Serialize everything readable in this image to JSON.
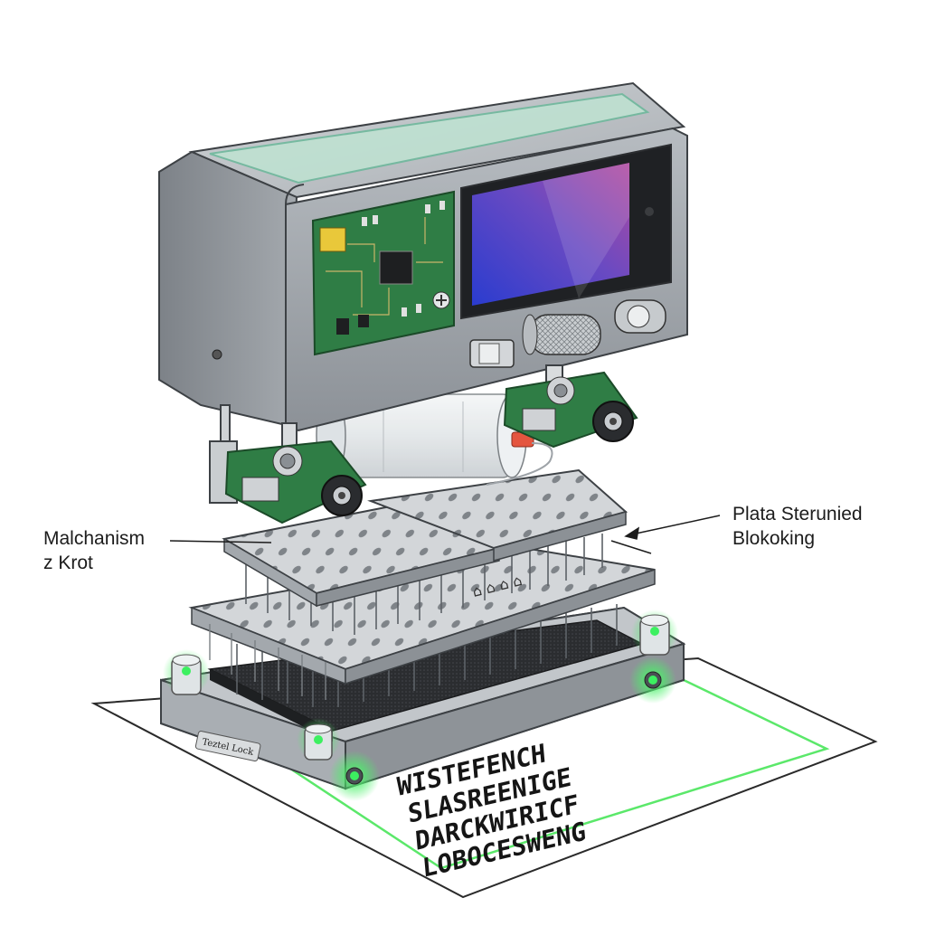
{
  "callouts": {
    "left": {
      "line1": "Malchanism",
      "line2": "z Krot"
    },
    "right": {
      "line1": "Plata Sterunied",
      "line2": "Blokoking"
    }
  },
  "base_label": "Teztel Lock",
  "paper_text_rows": [
    "WISTEFENCH",
    "SLASREENIGE",
    "DARCKWIRICF",
    "LOBOCESWENG"
  ],
  "plate_glyphs": "⌂ ⌂ ⌂ ⌂",
  "colors": {
    "metal": "#9da2a8",
    "metal_dark": "#5e6369",
    "pcb": "#2f7d45",
    "screen_start": "#2f3fd0",
    "screen_end": "#b048a8",
    "led": "#3cf060",
    "laser_frame": "#5be86a",
    "glass_top": "#a9d8c4"
  }
}
